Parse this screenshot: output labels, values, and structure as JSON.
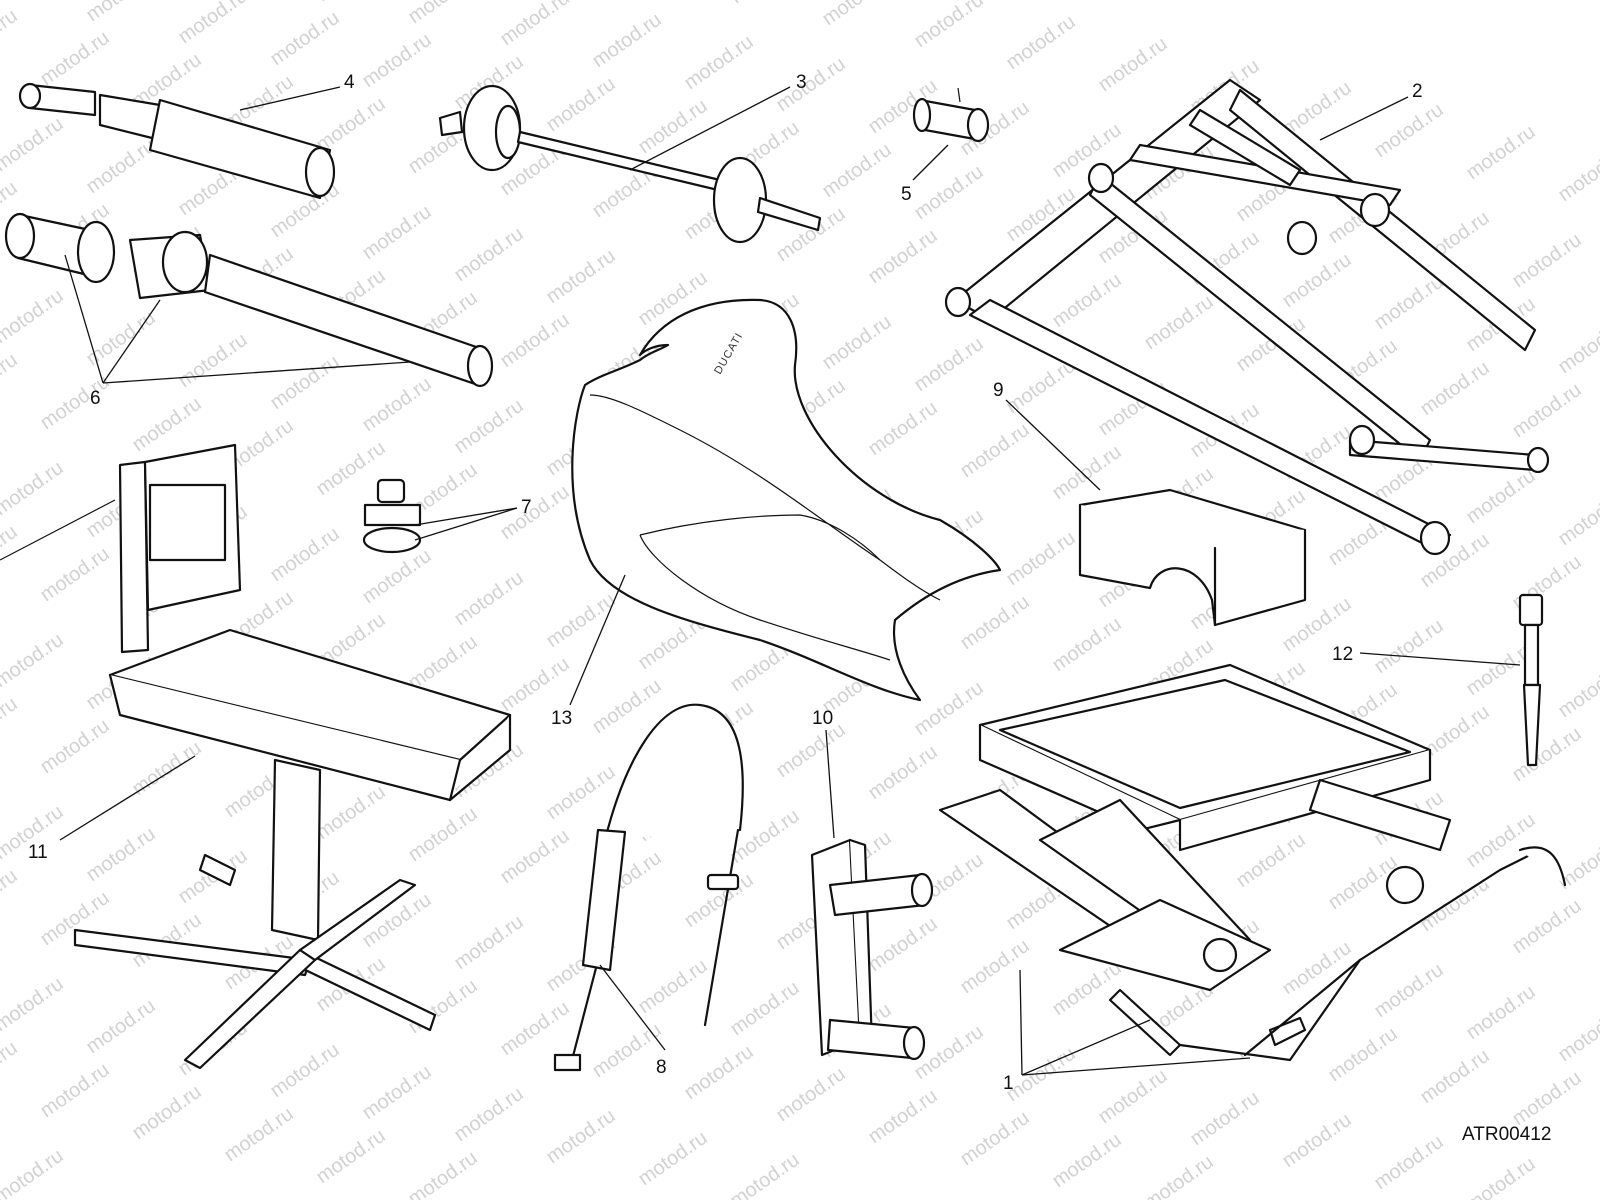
{
  "watermark": {
    "text": "motod.ru"
  },
  "reference_code": "ATR00412",
  "seat_logo": "DUCATI",
  "callouts": [
    {
      "id": "1",
      "label": "1"
    },
    {
      "id": "2",
      "label": "2"
    },
    {
      "id": "3",
      "label": "3"
    },
    {
      "id": "4",
      "label": "4"
    },
    {
      "id": "5",
      "label": "5"
    },
    {
      "id": "6",
      "label": "6"
    },
    {
      "id": "7",
      "label": "7"
    },
    {
      "id": "8",
      "label": "8"
    },
    {
      "id": "9",
      "label": "9"
    },
    {
      "id": "10",
      "label": "10"
    },
    {
      "id": "11",
      "label": "11"
    },
    {
      "id": "12",
      "label": "12"
    },
    {
      "id": "13",
      "label": "13"
    }
  ]
}
